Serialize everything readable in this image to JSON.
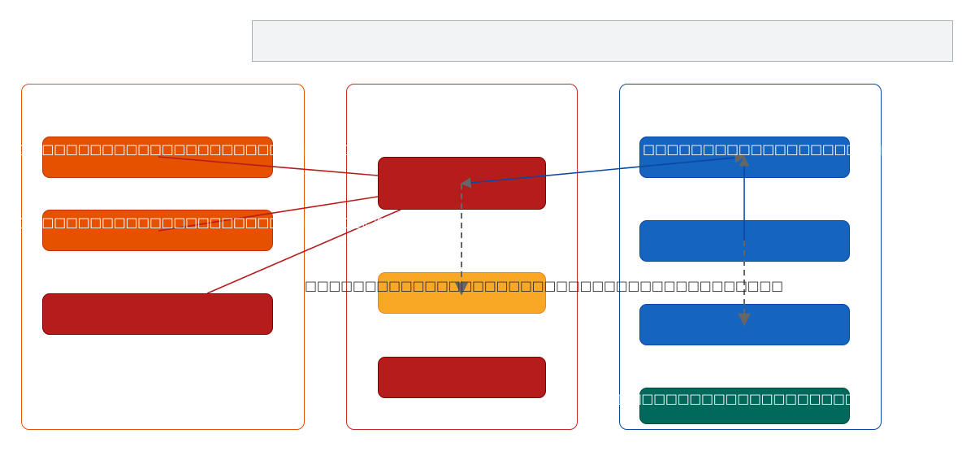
{
  "diagram": {
    "title": "",
    "colors": {
      "orange": "#e65100",
      "red": "#b71c1c",
      "yellow": "#f9a825",
      "blue": "#1565c0",
      "green": "#00695c",
      "edge_red": "#b71c1c",
      "edge_blue": "#0d47a1",
      "edge_gray": "#666666"
    },
    "groups": [
      {
        "id": "group-left",
        "label": "",
        "color": "#e65100"
      },
      {
        "id": "group-middle",
        "label": "",
        "color": "#b71c1c"
      },
      {
        "id": "group-right",
        "label": "",
        "color": "#0d47a1"
      }
    ],
    "nodes": {
      "left_1": {
        "label": "□□□□□□□□□□□□□□□□□□□□□□□□□□□□□□□□□□□□"
      },
      "left_2": {
        "label": "□□□□□□□□□□□□□□□□□□□□□□□□□□□□□□□□□□□□"
      },
      "left_3": {
        "label": ""
      },
      "mid_1": {
        "label": ""
      },
      "mid_2": {
        "label": "□□□□□□□□□□□□□□□□□□□□□□□□□□□□□□□□□□□□□□□□"
      },
      "mid_3": {
        "label": ""
      },
      "right_1": {
        "label": "□□□□□□□□□□□□□□□□□□□□□□□□□□□□□□"
      },
      "right_2": {
        "label": ""
      },
      "right_3": {
        "label": ""
      },
      "right_4": {
        "label": "□□□□□□□□□□□□□□□□□□□□□□□□□□□□□□□□□□"
      }
    },
    "edges": [
      {
        "from": "left_1",
        "to": "mid_1",
        "style": "solid",
        "color": "#b71c1c"
      },
      {
        "from": "left_2",
        "to": "mid_1",
        "style": "solid",
        "color": "#b71c1c"
      },
      {
        "from": "left_3",
        "to": "mid_1",
        "style": "solid",
        "color": "#b71c1c"
      },
      {
        "from": "mid_1",
        "to": "right_1",
        "style": "solid",
        "color": "#0d47a1",
        "arrow": "both"
      },
      {
        "from": "mid_1",
        "to": "mid_2",
        "style": "dashed",
        "color": "#666666",
        "arrow": "end"
      },
      {
        "from": "right_3",
        "to": "right_1",
        "style": "solid",
        "color": "#0d47a1",
        "arrow": "end"
      },
      {
        "from": "right_1",
        "to": "right_3",
        "style": "dashed",
        "color": "#666666",
        "arrow": "end"
      }
    ]
  }
}
